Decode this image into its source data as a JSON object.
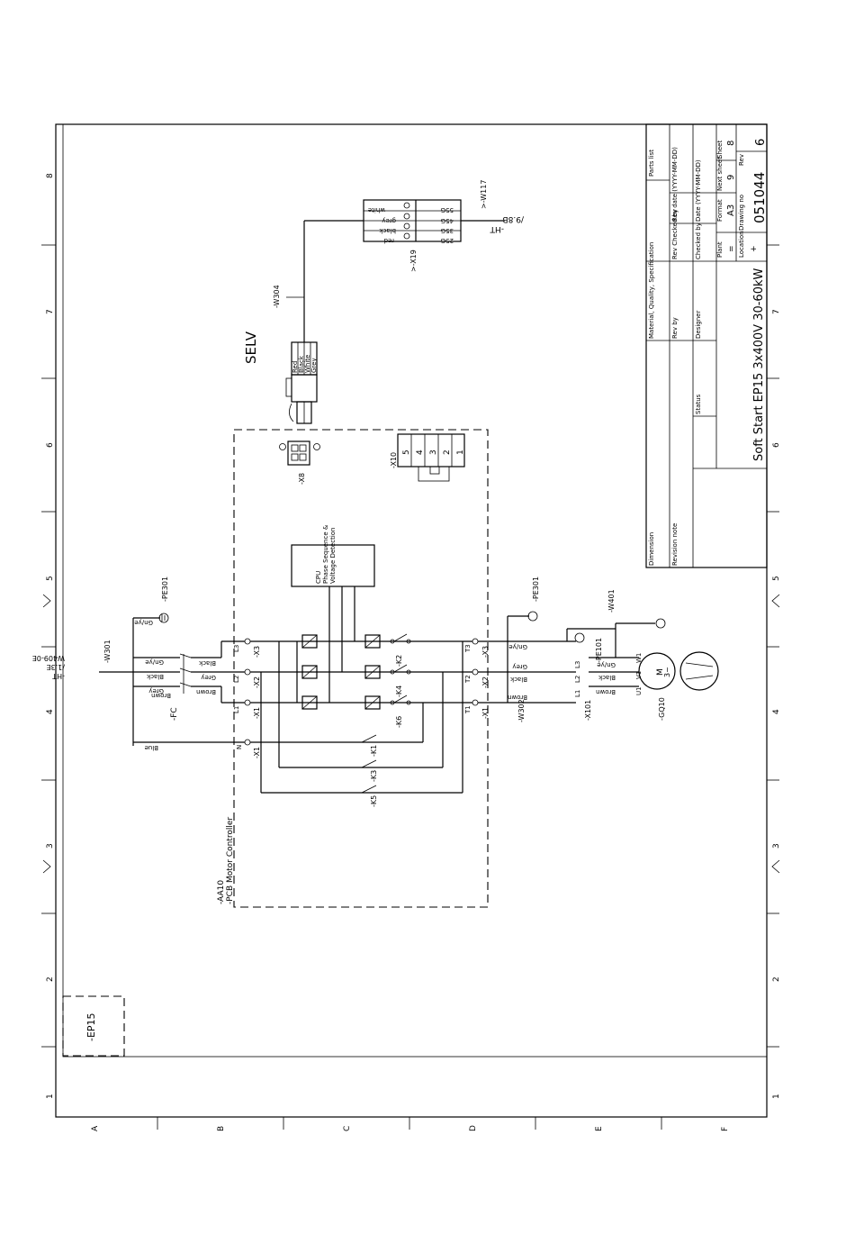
{
  "frame": {
    "col_marks": [
      "1",
      "2",
      "3",
      "4",
      "5",
      "6",
      "7",
      "8"
    ],
    "row_marks": [
      "A",
      "B",
      "C",
      "D",
      "E",
      "F"
    ]
  },
  "title_block": {
    "title": "Soft Start EP15 3x400V 30-60kW",
    "drawing_no_label": "Drawing no",
    "drawing_no": "051044",
    "rev_label": "Rev",
    "rev": "6",
    "sheet_label": "Sheet",
    "sheet": "8",
    "next_sheet_label": "Next sheet",
    "next_sheet": "9",
    "format_label": "Format",
    "format": "A3",
    "plant_label": "Plant",
    "plant": "=",
    "location_label": "Location",
    "location": "+",
    "parts_list_label": "Parts list",
    "material_label": "Material, Quality, Specification",
    "rev_by_label": "Rev by",
    "rev_checked_label": "Rev Checked by",
    "rev_date_label": "Rev date (YYYY-MM-DD)",
    "designer_label": "Designer",
    "checked_label": "Checked by",
    "date_label": "Date (YYYY-MM-DD)",
    "status_label": "Status",
    "dimension_label": "Dimension",
    "revision_note_label": "Revision note"
  },
  "labels": {
    "selv": "SELV",
    "ep15": "-EP15",
    "aa10": "-AA10",
    "pcb": "-PCB Motor Controller",
    "cpu": "CPU",
    "cpu_sub1": "Phase Sequence &",
    "cpu_sub2": "Voltage Detection",
    "x8": "-X8",
    "x10": "-X10",
    "x10_pins": [
      "5",
      "4",
      "3",
      "2",
      "1"
    ],
    "w304": "-W304",
    "x19": ">-X19",
    "w117": ">-W117",
    "ref_top": "/9.8B",
    "ref_top2": "-HT",
    "w301": "-W301",
    "ref_left": "W409-0E",
    "ref_left2": "/1.3E",
    "ref_left3": "-HT",
    "pe301_top": "-PE301",
    "pe301_bot": "-PE301",
    "fc": "-FC",
    "x1_in": "-X1",
    "x2_in": "-X2",
    "x3_in": "-X3",
    "x1_n": "-X1",
    "x1_out": "-X1",
    "x2_out": "-X2",
    "x3_out": "-X3",
    "k2": "-K2",
    "k4": "-K4",
    "k6": "-K6",
    "k1": "-K1",
    "k3": "-K3",
    "k5": "-K5",
    "w302": "-W302",
    "x101": "-X101",
    "pe101": "-PE101",
    "w401": "-W401",
    "gq10": "-GQ10",
    "motor_m": "M",
    "motor_ph": "3~",
    "wire_gn": "Gn/ye",
    "wire_black": "Black",
    "wire_grey": "Grey",
    "wire_brown": "Brown",
    "wire_blue": "Blue",
    "wire_white": "white",
    "wire_red": "red",
    "wire_black2": "black",
    "wire_grey2": "grey",
    "conn_wires": [
      "Red",
      "Black",
      "White",
      "Grey"
    ],
    "x19_pins": [
      "55G",
      "45G",
      "35G",
      "25G"
    ],
    "l1": "L1",
    "l2": "L2",
    "l3": "L3",
    "t1": "T1",
    "t2": "T2",
    "t3": "T3",
    "u1": "U1",
    "v1": "V1",
    "w1": "W1",
    "n": "N"
  }
}
